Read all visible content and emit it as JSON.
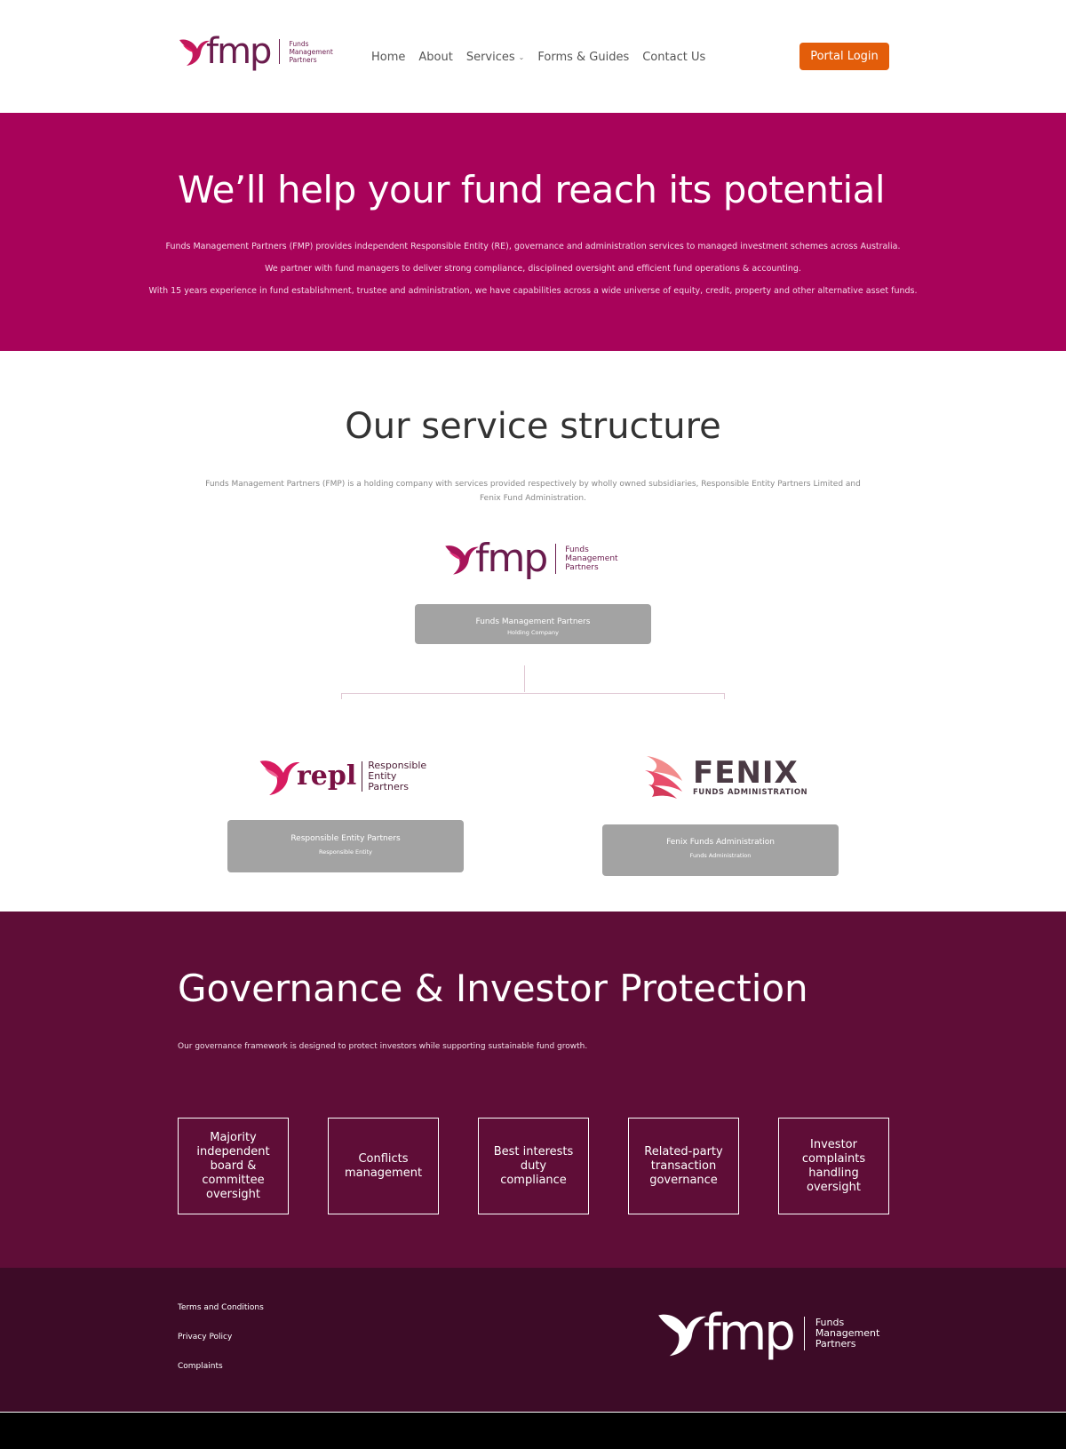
{
  "brand": {
    "logo_word": "fmp",
    "logo_sub": [
      "Funds",
      "Management",
      "Partners"
    ]
  },
  "nav": {
    "items": [
      "Home",
      "About",
      "Services",
      "Forms & Guides",
      "Contact Us"
    ],
    "portal_login": "Portal Login"
  },
  "hero": {
    "title": "We’ll help your fund reach its potential",
    "paragraphs": [
      "Funds Management Partners (FMP) provides independent Responsible Entity (RE), governance and administration services to managed investment schemes across Australia.",
      "We partner with fund managers to deliver strong compliance, disciplined oversight and efficient fund operations & accounting.",
      "With 15 years experience in fund establishment, trustee and administration, we have capabilities across a wide universe of equity, credit, property and other alternative asset funds."
    ]
  },
  "structure": {
    "title": "Our service structure",
    "description": "Funds Management Partners (FMP) is a holding company with services provided respectively by wholly owned subsidiaries, Responsible Entity Partners Limited and Fenix Fund Administration.",
    "holding": {
      "name": "Funds Management Partners",
      "role": "Holding Company"
    },
    "repl": {
      "logo_word": "repl",
      "logo_sub": [
        "Responsible",
        "Entity",
        "Partners"
      ],
      "name": "Responsible Entity Partners",
      "role": "Responsible Entity"
    },
    "fenix": {
      "logo_word": "FENIX",
      "logo_sub": "FUNDS ADMINISTRATION",
      "name": "Fenix Funds Administration",
      "role": "Funds Administration"
    }
  },
  "governance": {
    "title": "Governance & Investor Protection",
    "description": "Our governance framework is designed to protect investors while supporting sustainable fund growth.",
    "cards": [
      "Majority independent board & committee oversight",
      "Conflicts management",
      "Best interests duty compliance",
      "Related-party transaction governance",
      "Investor complaints handling oversight"
    ]
  },
  "footer": {
    "links": [
      "Terms and Conditions",
      "Privacy Policy",
      "Complaints"
    ]
  },
  "colors": {
    "hero": "#a8035a",
    "governance": "#5f0d37",
    "footer": "#3d0b27",
    "accent_button": "#e35d0a",
    "box_grey": "#a3a3a3"
  }
}
